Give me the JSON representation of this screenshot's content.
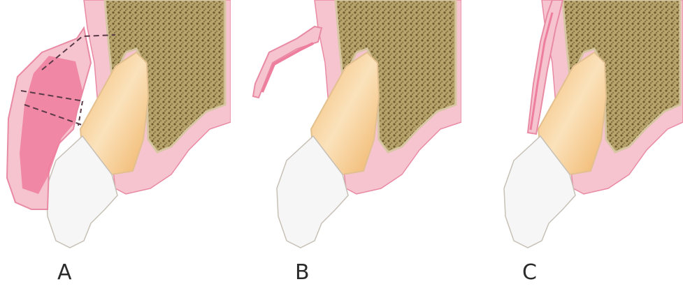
{
  "panels": [
    {
      "label": "A"
    },
    {
      "label": "B"
    },
    {
      "label": "C"
    }
  ],
  "colors": {
    "gingiva": "#f6c4cf",
    "gingiva_dark": "#e98aa4",
    "inflamed_tissue": "#ee7e9d",
    "bone": "#8a7642",
    "root": "#f5c07a",
    "crown": "#f6f6f6",
    "outline": "#c7c0b6",
    "incision": "#5a3a48"
  }
}
